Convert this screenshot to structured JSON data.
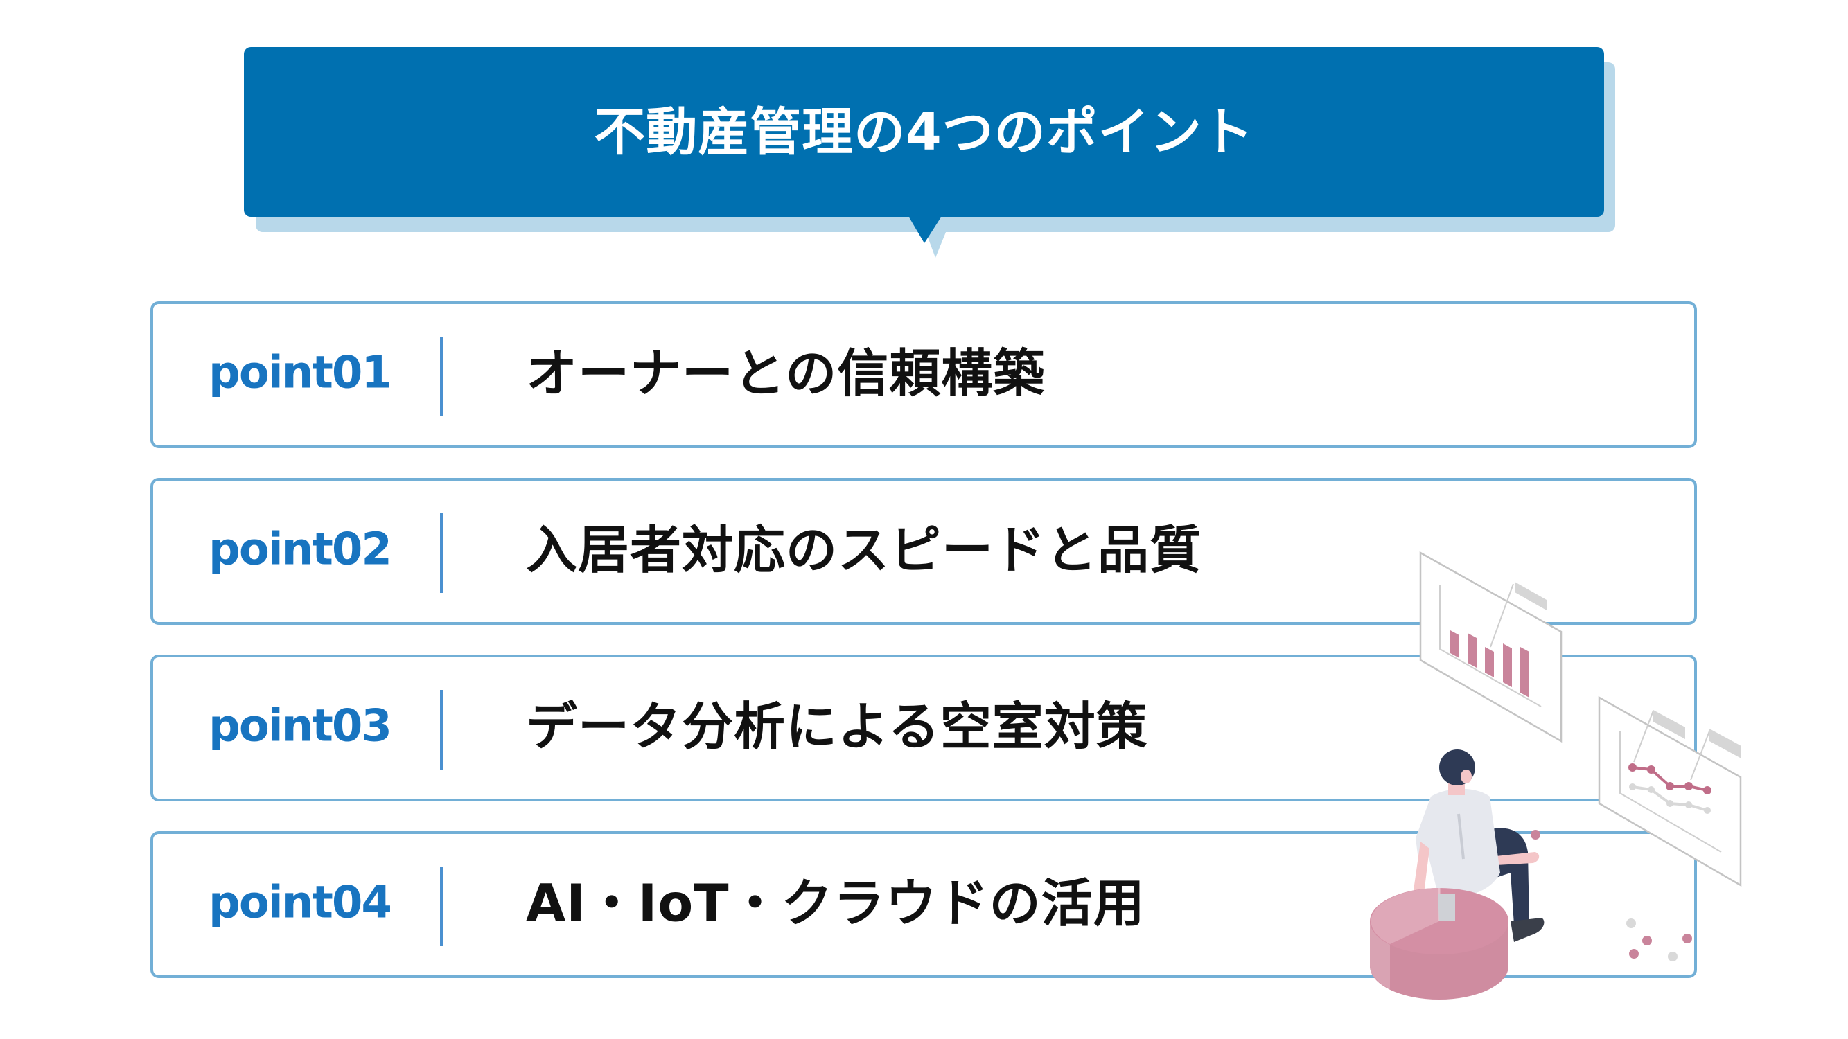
{
  "header": {
    "title": "不動産管理の4つのポイント"
  },
  "points": [
    {
      "label": "point01",
      "text": "オーナーとの信頼構築"
    },
    {
      "label": "point02",
      "text": "入居者対応のスピードと品質"
    },
    {
      "label": "point03",
      "text": "データ分析による空室対策"
    },
    {
      "label": "point04",
      "text": "AI・IoT・クラウドの活用"
    }
  ],
  "illustration": {
    "subject": "person-sitting-on-pie-chart-viewing-charts",
    "panels": [
      "bar-chart-panel",
      "line-chart-panel"
    ]
  },
  "colors": {
    "header_bg": "#0070b0",
    "header_shadow": "#b8d8ea",
    "card_border": "#72afd6",
    "label_blue": "#1874c0",
    "divider_blue": "#4a90d0",
    "text_dark": "#111111",
    "accent_pink": "#c9849b"
  }
}
